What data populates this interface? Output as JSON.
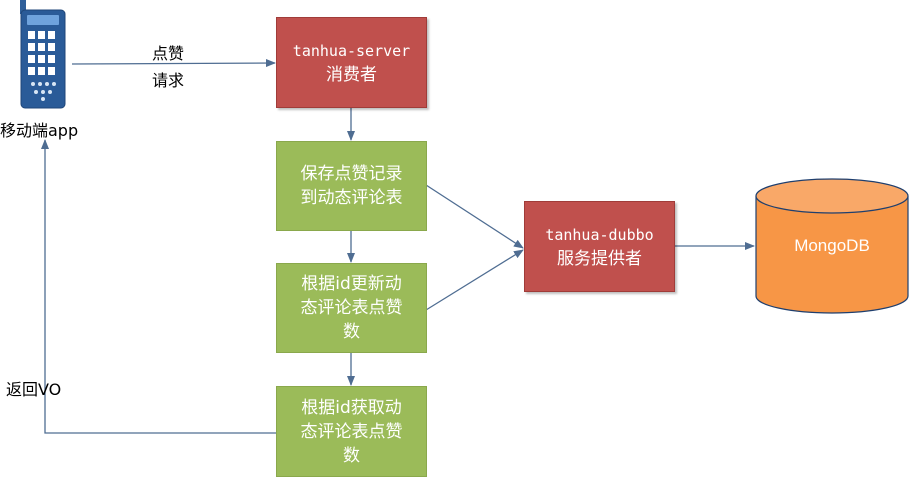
{
  "client": {
    "label": "移动端app"
  },
  "edges": {
    "request_label_1": "点赞",
    "request_label_2": "请求",
    "return_label": "返回VO"
  },
  "consumer": {
    "line1": "tanhua-server",
    "line2": "消费者"
  },
  "steps": [
    {
      "lines": [
        "保存点赞记录",
        "到动态评论表"
      ]
    },
    {
      "lines": [
        "根据id更新动",
        "态评论表点赞",
        "数"
      ]
    },
    {
      "lines": [
        "根据id获取动",
        "态评论表点赞",
        "数"
      ]
    }
  ],
  "provider": {
    "line1": "tanhua-dubbo",
    "line2": "服务提供者"
  },
  "database": {
    "label": "MongoDB"
  },
  "colors": {
    "red_box": "#c0504d",
    "green_box": "#9bbb59",
    "db_fill": "#f79646",
    "line": "#4f6d92"
  }
}
